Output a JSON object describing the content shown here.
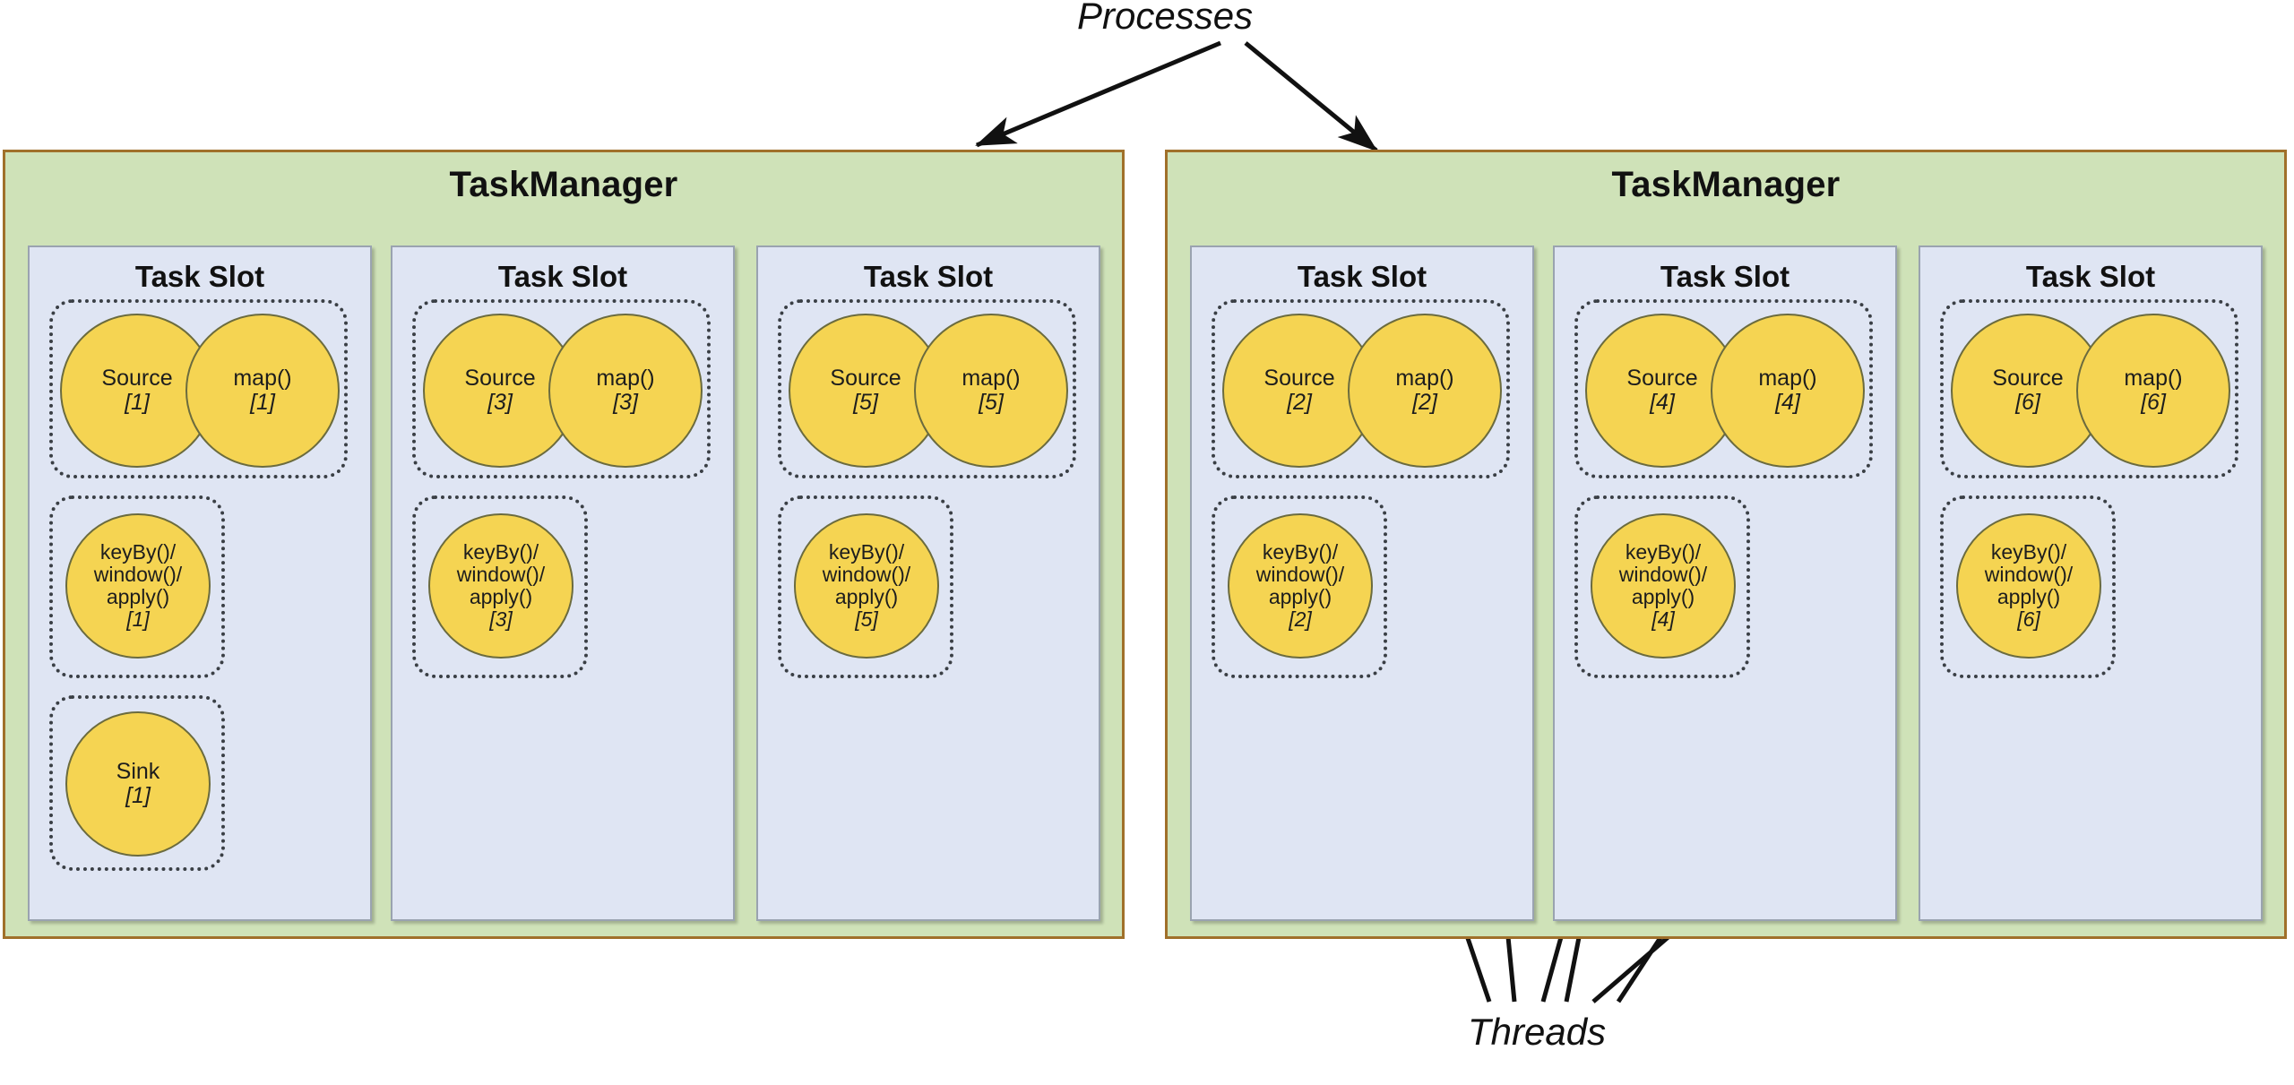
{
  "annotations": {
    "processes": "Processes",
    "threads": "Threads"
  },
  "colors": {
    "taskmanager_fill": "#cfe2b8",
    "taskmanager_border": "#a0702a",
    "taskslot_fill": "#dfe5f3",
    "taskslot_border": "#9aa3b0",
    "operator_fill": "#f5d452",
    "operator_border": "#6b6b3e",
    "chain_border": "#3a3f45",
    "arrow": "#111111",
    "background": "#ffffff"
  },
  "labels": {
    "taskmanager": "TaskManager",
    "task_slot": "Task Slot",
    "source": "Source",
    "map": "map()",
    "keyby_window_apply": "keyBy()/\nwindow()/\napply()",
    "keyby_line1": "keyBy()/",
    "keyby_line2": "window()/",
    "keyby_line3": "apply()",
    "sink": "Sink"
  },
  "taskmanagers": [
    {
      "title": "TaskManager",
      "slots": [
        {
          "title": "Task Slot",
          "chains": [
            {
              "type": "source-map",
              "operators": [
                {
                  "name": "Source",
                  "index": "[1]"
                },
                {
                  "name": "map()",
                  "index": "[1]"
                }
              ]
            },
            {
              "type": "window",
              "operators": [
                {
                  "name": "keyBy()/\nwindow()/\napply()",
                  "index": "[1]"
                }
              ]
            },
            {
              "type": "sink",
              "operators": [
                {
                  "name": "Sink",
                  "index": "[1]"
                }
              ]
            }
          ]
        },
        {
          "title": "Task Slot",
          "chains": [
            {
              "type": "source-map",
              "operators": [
                {
                  "name": "Source",
                  "index": "[3]"
                },
                {
                  "name": "map()",
                  "index": "[3]"
                }
              ]
            },
            {
              "type": "window",
              "operators": [
                {
                  "name": "keyBy()/\nwindow()/\napply()",
                  "index": "[3]"
                }
              ]
            }
          ]
        },
        {
          "title": "Task Slot",
          "chains": [
            {
              "type": "source-map",
              "operators": [
                {
                  "name": "Source",
                  "index": "[5]"
                },
                {
                  "name": "map()",
                  "index": "[5]"
                }
              ]
            },
            {
              "type": "window",
              "operators": [
                {
                  "name": "keyBy()/\nwindow()/\napply()",
                  "index": "[5]"
                }
              ]
            }
          ]
        }
      ]
    },
    {
      "title": "TaskManager",
      "slots": [
        {
          "title": "Task Slot",
          "chains": [
            {
              "type": "source-map",
              "operators": [
                {
                  "name": "Source",
                  "index": "[2]"
                },
                {
                  "name": "map()",
                  "index": "[2]"
                }
              ]
            },
            {
              "type": "window",
              "operators": [
                {
                  "name": "keyBy()/\nwindow()/\napply()",
                  "index": "[2]"
                }
              ]
            }
          ]
        },
        {
          "title": "Task Slot",
          "chains": [
            {
              "type": "source-map",
              "operators": [
                {
                  "name": "Source",
                  "index": "[4]"
                },
                {
                  "name": "map()",
                  "index": "[4]"
                }
              ]
            },
            {
              "type": "window",
              "operators": [
                {
                  "name": "keyBy()/\nwindow()/\napply()",
                  "index": "[4]"
                }
              ]
            }
          ]
        },
        {
          "title": "Task Slot",
          "chains": [
            {
              "type": "source-map",
              "operators": [
                {
                  "name": "Source",
                  "index": "[6]"
                },
                {
                  "name": "map()",
                  "index": "[6]"
                }
              ]
            },
            {
              "type": "window",
              "operators": [
                {
                  "name": "keyBy()/\nwindow()/\napply()",
                  "index": "[6]"
                }
              ]
            }
          ]
        }
      ]
    }
  ],
  "tm0": {
    "title": "TaskManager",
    "s0": {
      "title": "Task Slot",
      "src": {
        "n": "Source",
        "i": "[1]"
      },
      "map": {
        "n": "map()",
        "i": "[1]"
      },
      "win": {
        "i": "[1]"
      },
      "sink": {
        "n": "Sink",
        "i": "[1]"
      }
    },
    "s1": {
      "title": "Task Slot",
      "src": {
        "n": "Source",
        "i": "[3]"
      },
      "map": {
        "n": "map()",
        "i": "[3]"
      },
      "win": {
        "i": "[3]"
      }
    },
    "s2": {
      "title": "Task Slot",
      "src": {
        "n": "Source",
        "i": "[5]"
      },
      "map": {
        "n": "map()",
        "i": "[5]"
      },
      "win": {
        "i": "[5]"
      }
    }
  },
  "tm1": {
    "title": "TaskManager",
    "s0": {
      "title": "Task Slot",
      "src": {
        "n": "Source",
        "i": "[2]"
      },
      "map": {
        "n": "map()",
        "i": "[2]"
      },
      "win": {
        "i": "[2]"
      }
    },
    "s1": {
      "title": "Task Slot",
      "src": {
        "n": "Source",
        "i": "[4]"
      },
      "map": {
        "n": "map()",
        "i": "[4]"
      },
      "win": {
        "i": "[4]"
      }
    },
    "s2": {
      "title": "Task Slot",
      "src": {
        "n": "Source",
        "i": "[6]"
      },
      "map": {
        "n": "map()",
        "i": "[6]"
      },
      "win": {
        "i": "[6]"
      }
    }
  }
}
